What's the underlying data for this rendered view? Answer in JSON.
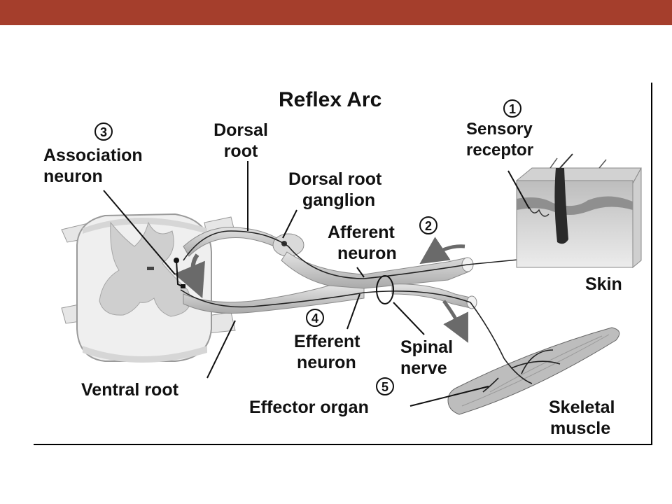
{
  "slide": {
    "accent_color": "#a53e2c"
  },
  "diagram": {
    "title": "Reflex Arc",
    "steps": {
      "s1": {
        "number": "1",
        "line1": "Sensory",
        "line2": "receptor"
      },
      "s2": {
        "number": "2",
        "line1": "Afferent",
        "line2": "neuron"
      },
      "s3": {
        "number": "3",
        "line1": "Association",
        "line2": "neuron"
      },
      "s4": {
        "number": "4",
        "line1": "Efferent",
        "line2": "neuron"
      },
      "s5": {
        "number": "5",
        "line1": "Effector organ"
      }
    },
    "labels": {
      "dorsal_root": {
        "line1": "Dorsal",
        "line2": "root"
      },
      "dorsal_root_ganglion": {
        "line1": "Dorsal root",
        "line2": "ganglion"
      },
      "skin": "Skin",
      "spinal_nerve": {
        "line1": "Spinal",
        "line2": "nerve"
      },
      "ventral_root": "Ventral root",
      "skeletal_muscle": {
        "line1": "Skeletal",
        "line2": "muscle"
      }
    }
  }
}
